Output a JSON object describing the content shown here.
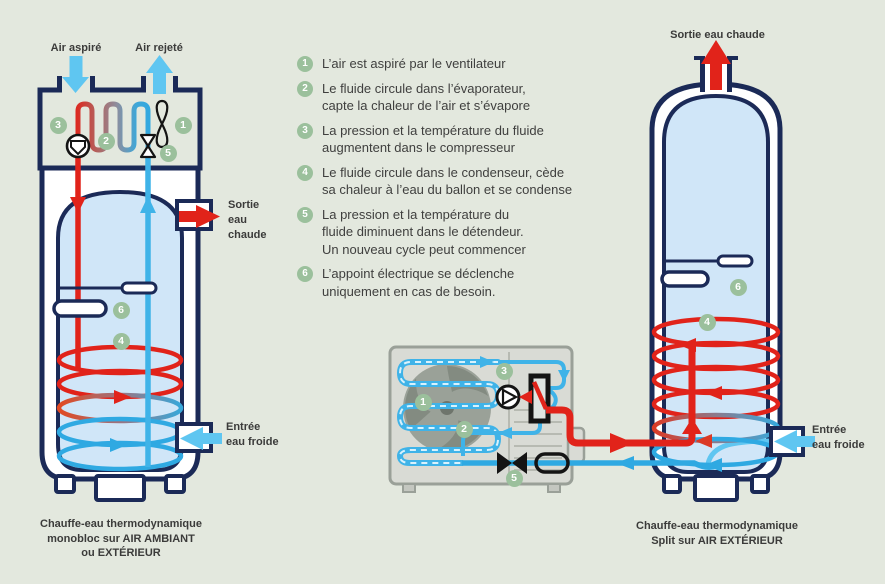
{
  "colors": {
    "background": "#e3e8de",
    "navy_outline": "#1b2a57",
    "water_blue": "#d0e6f8",
    "hot_red": "#e1231a",
    "sky_blue_arrow": "#5fc6f1",
    "pipe_blue": "#2fa9e2",
    "unit_coil_blue": "#3fb3e8",
    "step_green": "#9bc09c",
    "text_dark": "#3b3b3a",
    "unit_gray": "#d9dbd5"
  },
  "badges": {
    "n1": "1",
    "n2": "2",
    "n3": "3",
    "n4": "4",
    "n5": "5",
    "n6": "6"
  },
  "legend": {
    "items": [
      {
        "num": "1",
        "text": "L’air est aspiré par le ventilateur"
      },
      {
        "num": "2",
        "text": "Le fluide circule dans l’évaporateur,\ncapte la chaleur de l’air et s’évapore"
      },
      {
        "num": "3",
        "text": "La pression et la température du fluide\naugmentent dans le compresseur"
      },
      {
        "num": "4",
        "text": "Le fluide circule dans le condenseur, cède\nsa chaleur à l’eau du ballon et se condense"
      },
      {
        "num": "5",
        "text": "La pression et la température du\nfluide diminuent dans le détendeur.\nUn nouveau cycle peut commencer"
      },
      {
        "num": "6",
        "text": "L’appoint électrique se déclenche\nuniquement en cas de besoin."
      }
    ]
  },
  "monobloc": {
    "air_in": "Air aspiré",
    "air_out": "Air rejeté",
    "hot_water_out": "Sortie\neau\nchaude",
    "cold_water_in": "Entrée\neau froide",
    "caption": "Chauffe-eau thermodynamique\nmonobloc sur AIR AMBIANT\nou EXTÉRIEUR"
  },
  "split": {
    "hot_water_out": "Sortie eau chaude",
    "cold_water_in": "Entrée\neau froide",
    "caption": "Chauffe-eau thermodynamique\nSplit sur AIR EXTÉRIEUR"
  }
}
